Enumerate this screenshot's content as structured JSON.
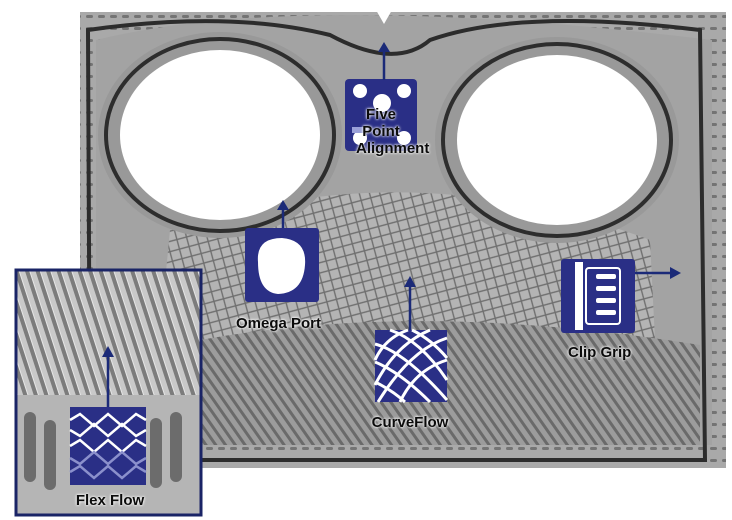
{
  "diagram": {
    "features": [
      {
        "id": "five-point-alignment",
        "label": "Five Point Alignment",
        "icon": "five-dot-alignment-icon"
      },
      {
        "id": "omega-port",
        "label": "Omega Port",
        "icon": "omega-port-icon"
      },
      {
        "id": "curveflow",
        "label": "CurveFlow",
        "icon": "curveflow-icon"
      },
      {
        "id": "clip-grip",
        "label": "Clip Grip",
        "icon": "clip-grip-icon"
      },
      {
        "id": "flex-flow",
        "label": "Flex Flow",
        "icon": "flex-flow-icon"
      }
    ],
    "colors": {
      "icon_navy": "#2a2f86",
      "arrow_navy": "#1b2a78",
      "plate_gray": "#a7a7a7",
      "gasket_dark": "#2c2c2c",
      "inset_border": "#1a2466"
    }
  }
}
